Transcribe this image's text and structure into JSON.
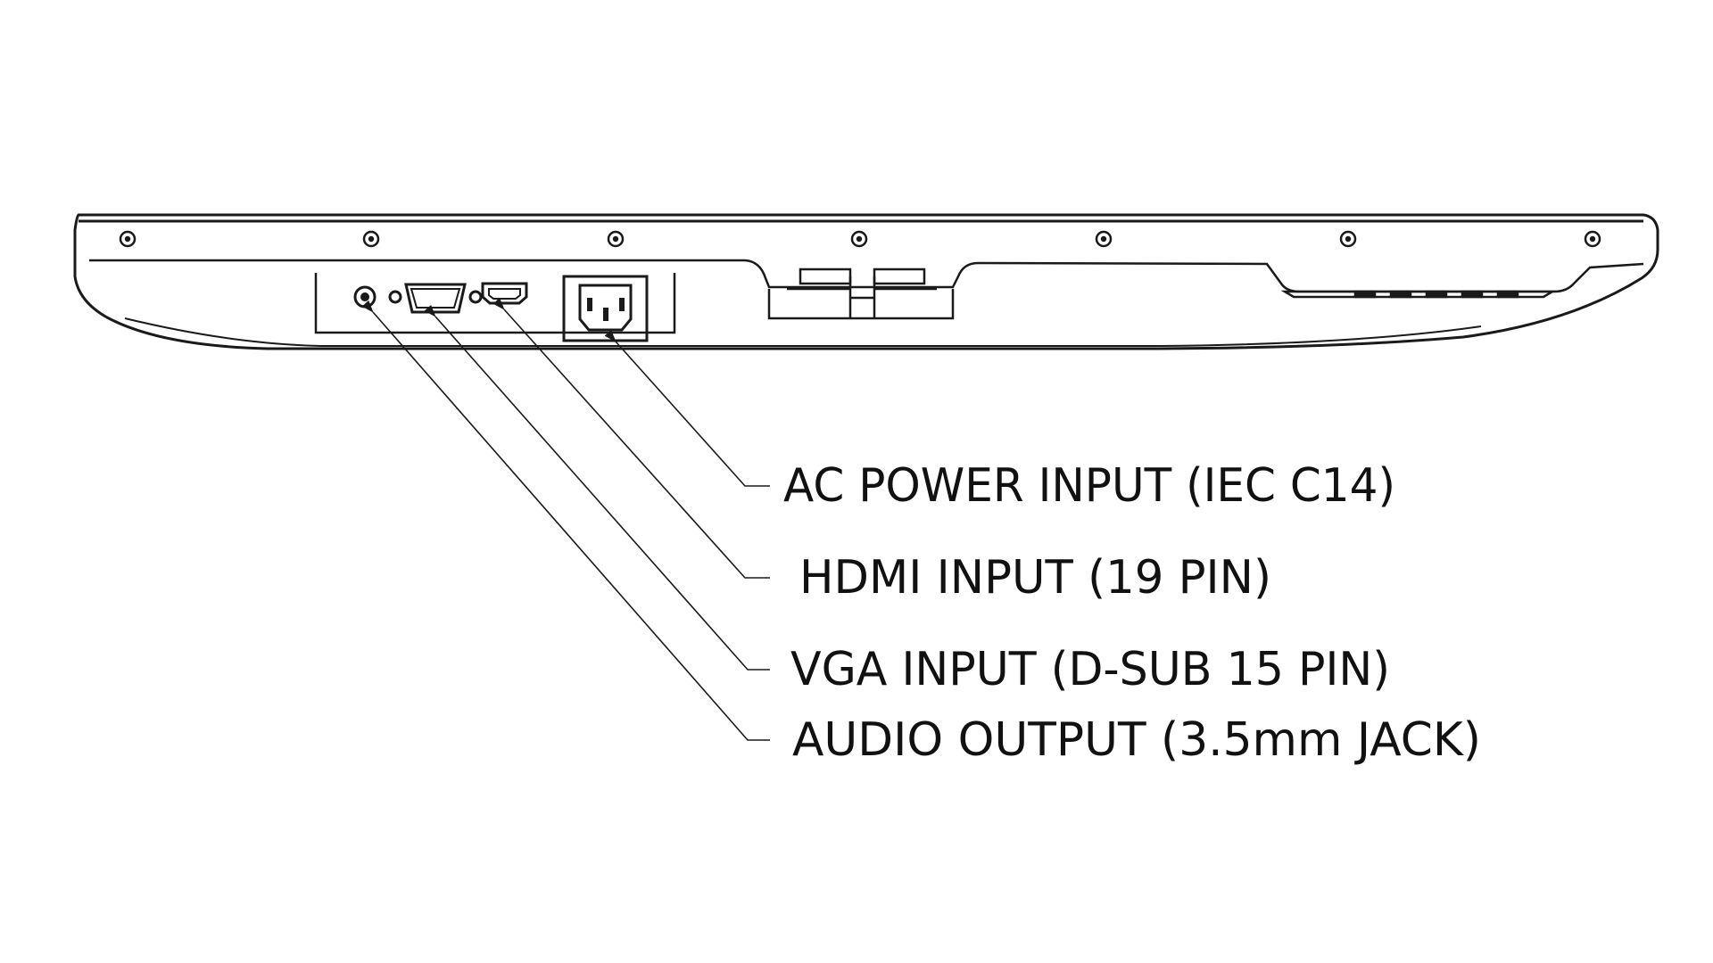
{
  "labels": {
    "ac_power": "AC POWER INPUT (IEC C14)",
    "hdmi": "HDMI INPUT (19 PIN)",
    "vga": "VGA INPUT (D-SUB 15 PIN)",
    "audio": "AUDIO OUTPUT (3.5mm JACK)"
  },
  "colors": {
    "line": "#1a1a1a",
    "background": "#ffffff"
  }
}
